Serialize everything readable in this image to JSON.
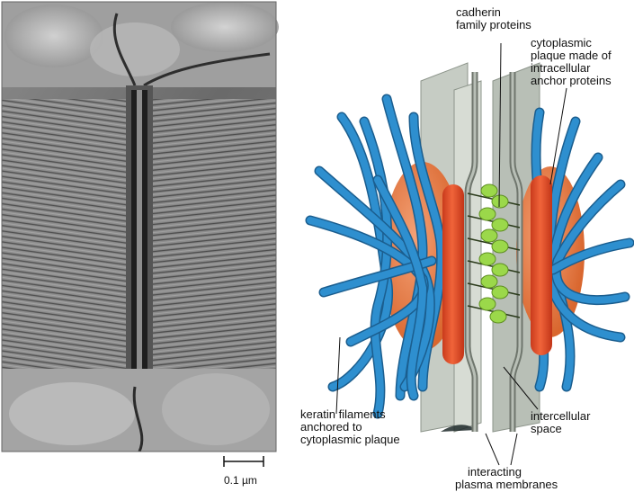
{
  "micrograph": {
    "scale_bar_label": "0.1 µm"
  },
  "labels": {
    "cadherin": [
      "cadherin",
      "family proteins"
    ],
    "plaque": [
      "cytoplasmic",
      "plaque made of",
      "intracellular",
      "anchor proteins"
    ],
    "keratin": [
      "keratin filaments",
      "anchored to",
      "cytoplasmic plaque"
    ],
    "intercellular": [
      "intercellular",
      "space"
    ],
    "membranes": [
      "interacting",
      "plasma membranes"
    ]
  },
  "colors": {
    "filament": "#2e8fcf",
    "filament_edge": "#1b5e8f",
    "plaque_red": "#e2502c",
    "plaque_orange": "#e8804f",
    "cadherin_green": "#9bd84a",
    "membrane_gray": "#a9b1a8",
    "sheet_gray": "#c6ccc4"
  }
}
